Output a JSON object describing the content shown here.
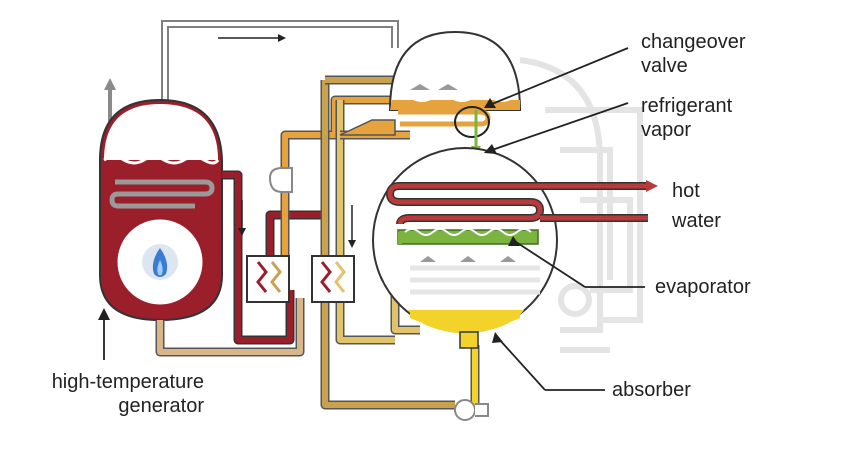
{
  "labels": {
    "changeover_valve": [
      "changeover",
      "valve"
    ],
    "refrigerant_vapor": [
      "refrigerant",
      "vapor"
    ],
    "hot_water": [
      "hot",
      "water"
    ],
    "evaporator": "evaporator",
    "absorber": "absorber",
    "high_temperature_generator": [
      "high-temperature",
      "generator"
    ]
  },
  "colors": {
    "generator": "#9b1f2b",
    "concentrated_solution": "#c8a24f",
    "dilute_solution": "#e0c36a",
    "refrigerant": "#e6a23c",
    "refrigerant_liquid": "#7bb540",
    "absorbent": "#f3d22a",
    "hot_water": "#b83a3a",
    "pipe_grey": "#a9a9a9",
    "leader_line": "#222222"
  },
  "icons": [
    "flame-icon",
    "pump-icon",
    "heat-exchanger-icon",
    "flow-arrow-icon"
  ]
}
